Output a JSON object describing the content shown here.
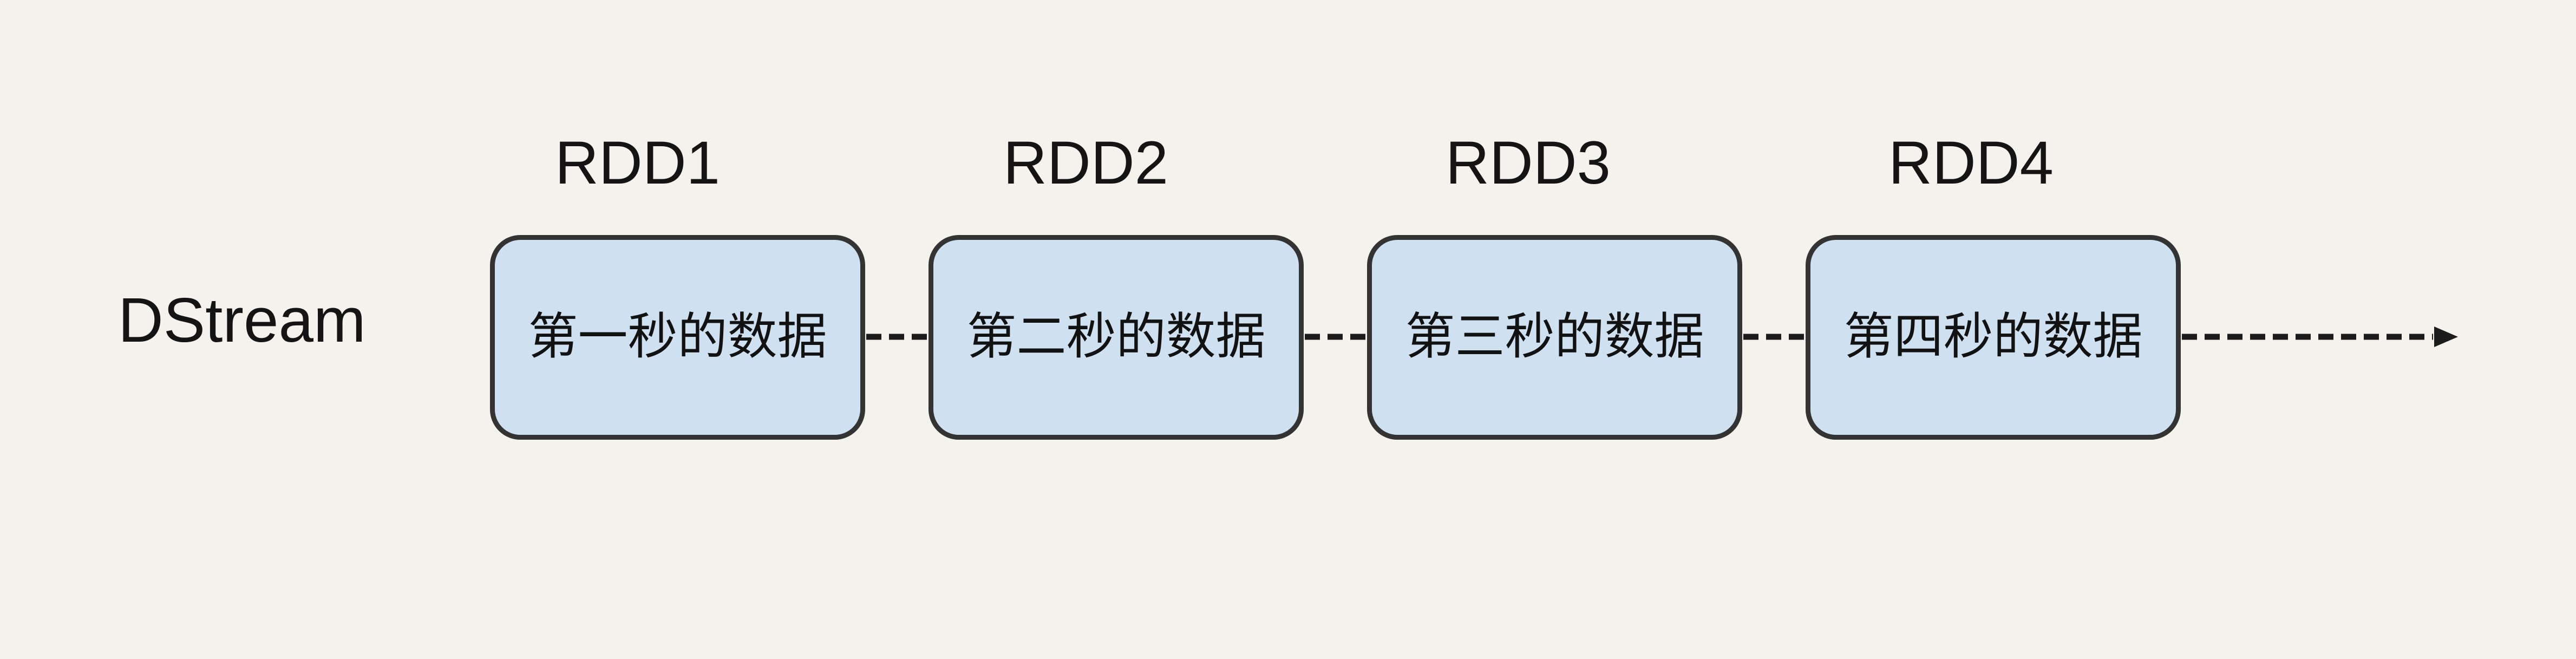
{
  "diagram": {
    "stream_label": "DStream",
    "rdds": [
      {
        "label": "RDD1",
        "box_text": "第一秒的数据"
      },
      {
        "label": "RDD2",
        "box_text": "第二秒的数据"
      },
      {
        "label": "RDD3",
        "box_text": "第三秒的数据"
      },
      {
        "label": "RDD4",
        "box_text": "第四秒的数据"
      }
    ],
    "flow": {
      "direction": "left-to-right",
      "connector_style": "dashed",
      "arrow_at_end": true
    },
    "colors": {
      "background": "#f4f2ed",
      "box_fill": "#cfe0f1",
      "box_border": "#333333",
      "text": "#141414",
      "connector": "#1c1c1c"
    }
  }
}
